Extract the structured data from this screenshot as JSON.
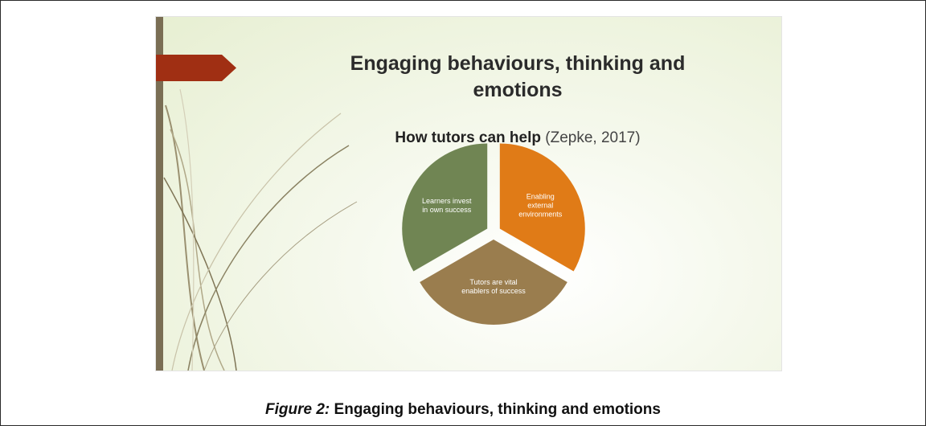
{
  "slide": {
    "title_line1": "Engaging behaviours, thinking and",
    "title_line2": "emotions",
    "subtitle_bold": "How tutors can help",
    "subtitle_cite": "(Zepke, 2017)"
  },
  "chart_data": {
    "type": "pie",
    "slices": [
      {
        "label_lines": [
          "Enabling",
          "external",
          "environments"
        ],
        "value": 1,
        "color": "#e07b17"
      },
      {
        "label_lines": [
          "Tutors  are vital",
          "enablers of success"
        ],
        "value": 1,
        "color": "#9a7d4e"
      },
      {
        "label_lines": [
          "Learners invest",
          "in own success"
        ],
        "value": 1,
        "color": "#708553"
      }
    ]
  },
  "caption": {
    "figure_label": "Figure 2:",
    "text": "Engaging behaviours, thinking and emotions"
  }
}
